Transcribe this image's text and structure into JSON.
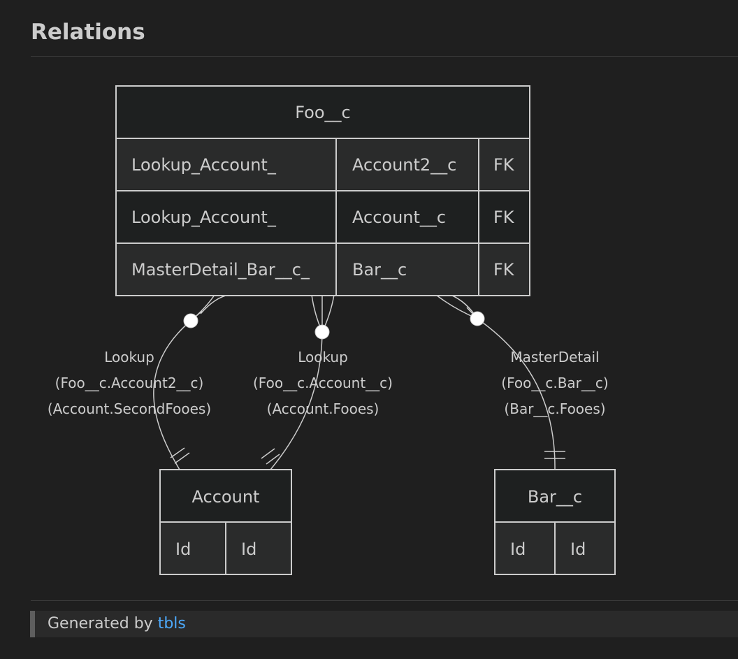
{
  "page": {
    "heading": "Relations"
  },
  "entities": {
    "foo": {
      "name": "Foo__c",
      "rows": [
        [
          "Lookup_Account_",
          "Account2__c",
          "FK"
        ],
        [
          "Lookup_Account_",
          "Account__c",
          "FK"
        ],
        [
          "MasterDetail_Bar__c_",
          "Bar__c",
          "FK"
        ]
      ]
    },
    "account": {
      "name": "Account",
      "rows": [
        [
          "Id",
          "Id"
        ]
      ]
    },
    "bar": {
      "name": "Bar__c",
      "rows": [
        [
          "Id",
          "Id"
        ]
      ]
    }
  },
  "relations": [
    {
      "label": [
        "Lookup",
        "(Foo__c.Account2__c)",
        "(Account.SecondFooes)"
      ]
    },
    {
      "label": [
        "Lookup",
        "(Foo__c.Account__c)",
        "(Account.Fooes)"
      ]
    },
    {
      "label": [
        "MasterDetail",
        "(Foo__c.Bar__c)",
        "(Bar__c.Fooes)"
      ]
    }
  ],
  "footer": {
    "prefix": "Generated by ",
    "link": "tbls"
  },
  "colors": {
    "background": "#1f1f1f",
    "header_fill": "#1e2020",
    "row_fill_dark": "#1e2020",
    "row_fill_light": "#2a2b2b",
    "stroke": "#cccccc",
    "link": "#4daafc"
  }
}
